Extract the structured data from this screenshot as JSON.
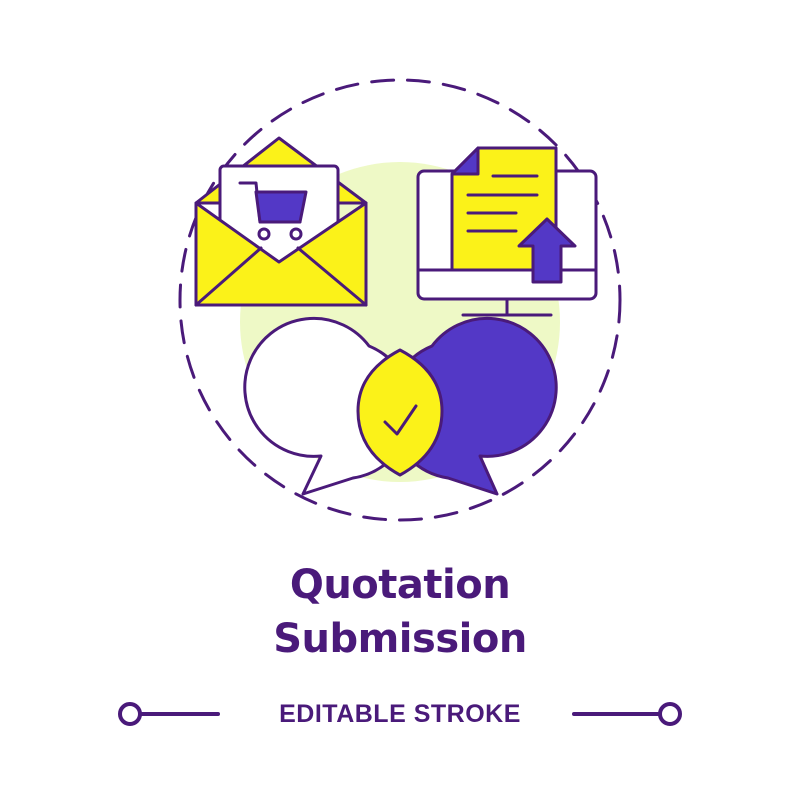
{
  "title": {
    "line1": "Quotation",
    "line2": "Submission"
  },
  "footer": {
    "label": "EDITABLE STROKE"
  },
  "icons": {
    "envelope": "envelope-cart-icon",
    "monitor": "monitor-document-upload-icon",
    "chat": "chat-bubbles-check-icon"
  },
  "colors": {
    "outline": "#4a1a7a",
    "yellow": "#fbf219",
    "purple": "#5338c6",
    "light_green": "#eef9c6",
    "white": "#ffffff"
  }
}
